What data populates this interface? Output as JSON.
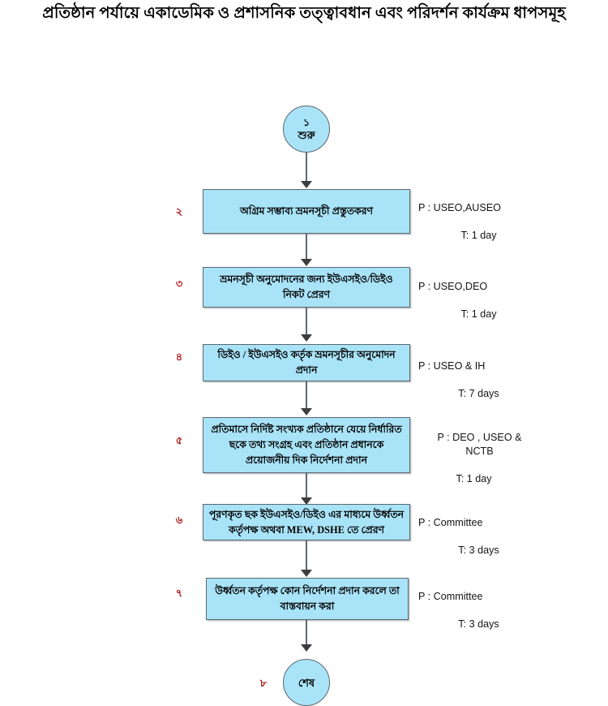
{
  "title": "প্রতিষ্ঠান পর্যায়ে একাডেমিক ও প্রশাসনিক তত্ত্বাবধান এবং পরিদর্শন কার্যক্রম ধাপসমূহ",
  "colors": {
    "node_fill": "#A9E3F7",
    "node_border": "#5b6770",
    "step_number": "#b01818",
    "connector": "#5c6872",
    "text": "#000000",
    "background": "#ffffff"
  },
  "start_node": {
    "number": "১",
    "label": "শুরু"
  },
  "end_node": {
    "number": "৮",
    "label": "শেষ"
  },
  "steps": [
    {
      "number": "২",
      "text": "অগ্রিম সম্ভাব্য ভ্রমনসূচী প্রস্তুতকরণ",
      "person": "P : USEO,AUSEO",
      "time": "T: 1 day"
    },
    {
      "number": "৩",
      "text": "ভ্রমনসূচী অনুমোদনের জন্য ইউএসইও/ডিইও\nনিকট  প্রেরণ",
      "person": "P : USEO,DEO",
      "time": "T: 1 day"
    },
    {
      "number": "৪",
      "text": "ডিইও / ইউএসইও কর্তৃক ভ্রমনসূচীর অনুমোদন\nপ্রদান",
      "person": "P : USEO & IH",
      "time": "T: 7 days"
    },
    {
      "number": "৫",
      "text": "প্রতিমাসে নির্দিষ্ট সংখ্যক প্রতিষ্ঠানে যেয়ে\nনির্ধারিত ছকে তথ্য সংগ্রহ এবং প্রতিষ্ঠান\nপ্রধানকে প্রয়োজনীয় দিক নির্দেশনা প্রদান",
      "person": "P : DEO , USEO &\nNCTB",
      "time": "T: 1 day"
    },
    {
      "number": "৬",
      "text": "পূরণকৃত ছক ইউএসইও/ডিইও  এর মাধ্যমে\nউর্ধ্বতন কর্তৃপক্ষ অথবা MEW, DSHE তে প্রেরণ",
      "person": "P : Committee",
      "time": "T: 3 days"
    },
    {
      "number": "৭",
      "text": "উর্ধ্বতন কর্তৃপক্ষ কোন নির্দেশনা প্রদান করলে\nতা বাস্তবায়ন করা",
      "person": "P : Committee",
      "time": "T: 3 days"
    }
  ]
}
